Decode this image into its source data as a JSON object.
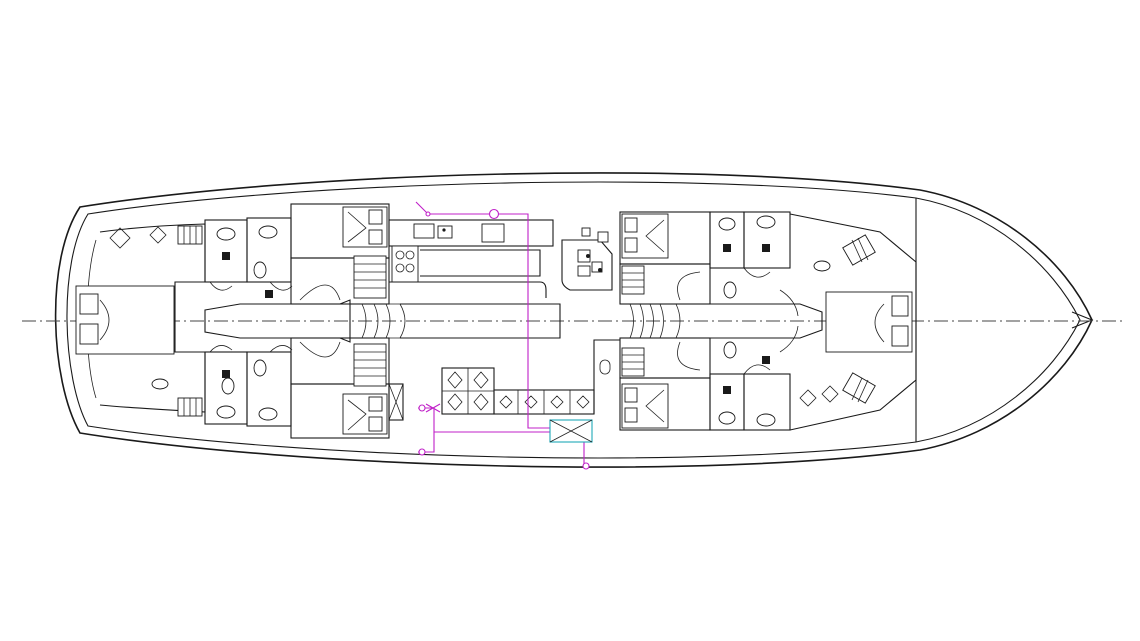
{
  "drawing": {
    "kind": "deck-plan",
    "colors": {
      "background": "#ffffff",
      "lines": "#1a1a1a",
      "pipework": "#c020c8",
      "tank": "#20a8b8",
      "centerline": "#444444"
    }
  },
  "cabins": [
    {
      "id": "aft-master"
    },
    {
      "id": "aft-port"
    },
    {
      "id": "aft-starboard"
    },
    {
      "id": "fwd-port"
    },
    {
      "id": "fwd-starboard"
    },
    {
      "id": "fwd-master"
    }
  ],
  "heads": [
    {
      "id": "head-1"
    },
    {
      "id": "head-2"
    },
    {
      "id": "head-3"
    },
    {
      "id": "head-4"
    },
    {
      "id": "head-5"
    },
    {
      "id": "head-6"
    },
    {
      "id": "head-7"
    },
    {
      "id": "head-8"
    }
  ],
  "stairs": [
    {
      "id": "aft-stairs"
    },
    {
      "id": "fwd-stairs"
    }
  ],
  "galley": {
    "stove": "stove-icon",
    "sink": "sink-icon"
  }
}
